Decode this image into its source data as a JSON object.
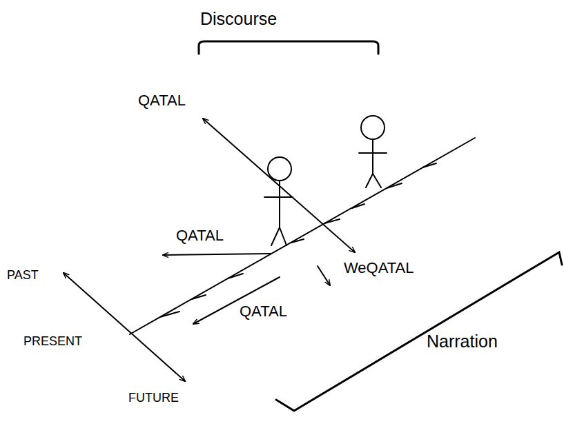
{
  "diagram": {
    "labels": [
      "Discourse",
      "QATAL",
      "QATAL",
      "WeQATAL",
      "QATAL",
      "PAST",
      "PRESENT",
      "FUTURE",
      "Narration"
    ]
  }
}
